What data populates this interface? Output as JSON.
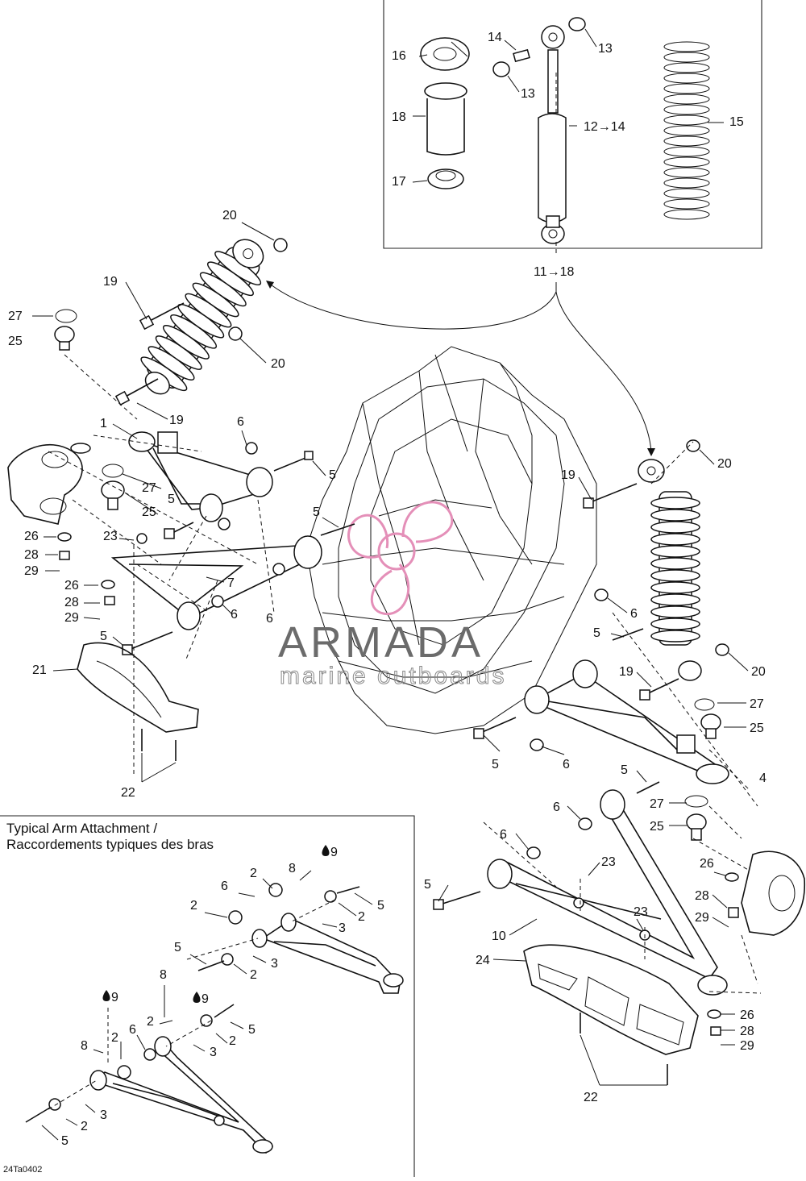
{
  "watermark": {
    "brand": "ARMADA",
    "tagline": "marine outboards",
    "logo_color": "#e48fb8"
  },
  "diagram_code": "24Ta0402",
  "inset": {
    "title_line1": "Typical Arm Attachment /",
    "title_line2": "Raccordements typiques des bras"
  },
  "callouts": {
    "c1": "1",
    "c4": "4",
    "c7": "7",
    "c10": "10",
    "c11_18": "11→18",
    "c12_14": "12→14",
    "c13a": "13",
    "c13b": "13",
    "c14": "14",
    "c15": "15",
    "c16": "16",
    "c17": "17",
    "c18": "18",
    "c19a": "19",
    "c19b": "19",
    "c19c": "19",
    "c19d": "19",
    "c20a": "20",
    "c20b": "20",
    "c20c": "20",
    "c20d": "20",
    "c21": "21",
    "c22a": "22",
    "c22b": "22",
    "c23a": "23",
    "c23b": "23",
    "c23c": "23",
    "c24": "24",
    "c25a": "25",
    "c25b": "25",
    "c25c": "25",
    "c25d": "25",
    "c26a": "26",
    "c26b": "26",
    "c26c": "26",
    "c26d": "26",
    "c27a": "27",
    "c27b": "27",
    "c27c": "27",
    "c27d": "27",
    "c28a": "28",
    "c28b": "28",
    "c28c": "28",
    "c28d": "28",
    "c29a": "29",
    "c29b": "29",
    "c29c": "29",
    "c29d": "29",
    "c5a": "5",
    "c5b": "5",
    "c5c": "5",
    "c5d": "5",
    "c5e": "5",
    "c5f": "5",
    "c5g": "5",
    "c5h": "5",
    "c5i": "5",
    "c5j": "5",
    "c5k": "5",
    "c5l": "5",
    "c6a": "6",
    "c6b": "6",
    "c6c": "6",
    "c6d": "6",
    "c6e": "6",
    "c6f": "6",
    "c6g": "6",
    "c6h": "6",
    "c6i": "6",
    "c6j": "6",
    "i2a": "2",
    "i2b": "2",
    "i2c": "2",
    "i2d": "2",
    "i2e": "2",
    "i2f": "2",
    "i2g": "2",
    "i2h": "2",
    "i2i": "2",
    "i3a": "3",
    "i3b": "3",
    "i3c": "3",
    "i3d": "3",
    "i8a": "8",
    "i8b": "8",
    "i8c": "8",
    "i9a": "9",
    "i9b": "9",
    "i9c": "9"
  }
}
